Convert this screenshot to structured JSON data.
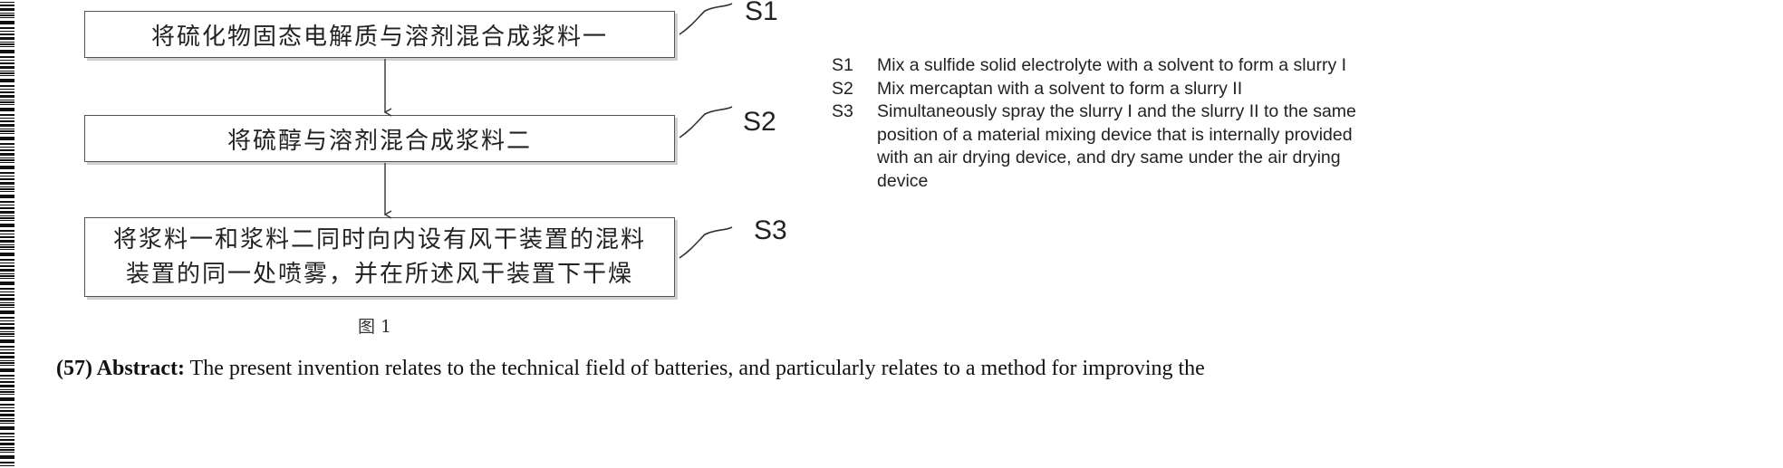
{
  "flowchart": {
    "steps": [
      {
        "id": "S1",
        "lines": [
          "将硫化物固态电解质与溶剂混合成浆料一"
        ]
      },
      {
        "id": "S2",
        "lines": [
          "将硫醇与溶剂混合成浆料二"
        ]
      },
      {
        "id": "S3",
        "lines": [
          "将浆料一和浆料二同时向内设有风干装置的混料",
          "装置的同一处喷雾，并在所述风干装置下干燥"
        ]
      }
    ],
    "figure_caption": "图 1"
  },
  "legend": [
    {
      "code": "S1",
      "text": "Mix a sulfide solid electrolyte with a solvent to form a slurry I"
    },
    {
      "code": "S2",
      "text": "Mix mercaptan with a solvent to form a slurry II"
    },
    {
      "code": "S3",
      "text": "Simultaneously spray the slurry I and the slurry II to the same position of a material mixing device that is internally provided with an air drying device, and dry same under the air drying device"
    }
  ],
  "abstract": {
    "label": "(57) Abstract:",
    "text": "The present invention relates to the technical field of batteries, and particularly relates to a method for improving the"
  },
  "colors": {
    "box_border": "#555555",
    "text": "#222222",
    "box_shadow": "#cfcfcf"
  }
}
